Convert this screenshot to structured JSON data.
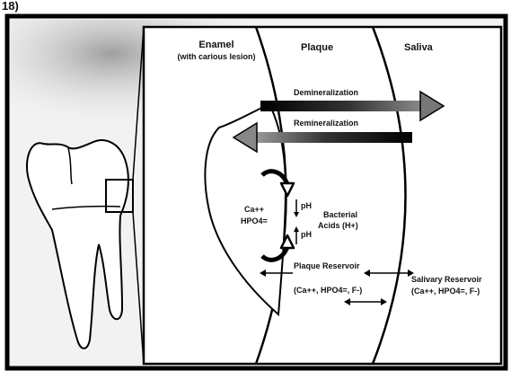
{
  "figure": {
    "corner_mark": "18)"
  },
  "zones": {
    "enamel_label": "Enamel",
    "enamel_sublabel": "(with carious lesion)",
    "plaque_label": "Plaque",
    "saliva_label": "Saliva"
  },
  "arrows": {
    "demineralization": "Demineralization",
    "remineralization": "Remineralization"
  },
  "ions": {
    "calcium": "Ca++",
    "phosphate": "HPO4="
  },
  "ph": {
    "down_label": "pH",
    "up_label": "pH"
  },
  "bacteria": {
    "line1": "Bacterial",
    "line2": "Acids (H+)"
  },
  "reservoirs": {
    "plaque_title": "Plaque Reservoir",
    "plaque_ions": "(Ca++, HPO4=, F-)",
    "salivary_title": "Salivary Reservoir",
    "salivary_ions": "(Ca++, HPO4=, F-)"
  }
}
